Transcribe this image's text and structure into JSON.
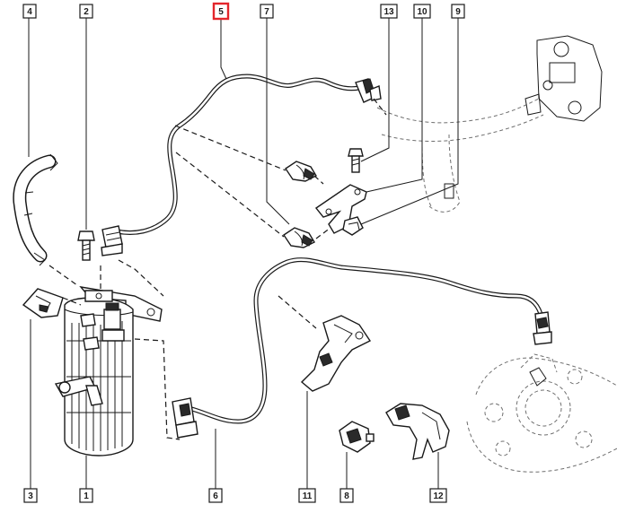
{
  "diagram": {
    "highlight_color": "#e3262b",
    "callouts": [
      {
        "id": "4",
        "label": "4"
      },
      {
        "id": "2",
        "label": "2"
      },
      {
        "id": "5",
        "label": "5",
        "highlighted": true
      },
      {
        "id": "7",
        "label": "7"
      },
      {
        "id": "13",
        "label": "13"
      },
      {
        "id": "10",
        "label": "10"
      },
      {
        "id": "9",
        "label": "9"
      },
      {
        "id": "3",
        "label": "3"
      },
      {
        "id": "1",
        "label": "1"
      },
      {
        "id": "6",
        "label": "6"
      },
      {
        "id": "11",
        "label": "11"
      },
      {
        "id": "8",
        "label": "8"
      },
      {
        "id": "12",
        "label": "12"
      }
    ]
  }
}
